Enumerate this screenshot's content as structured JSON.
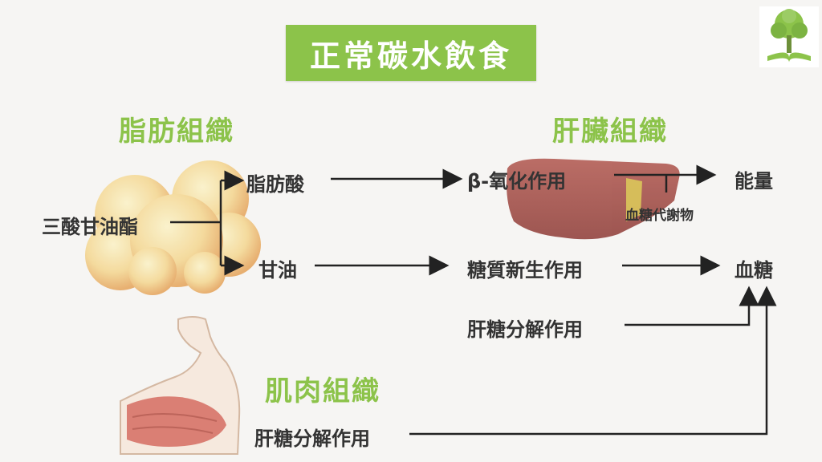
{
  "title": "正常碳水飲食",
  "sections": {
    "fat_tissue": "脂肪組織",
    "liver_tissue": "肝臟組織",
    "muscle_tissue": "肌肉組織"
  },
  "nodes": {
    "triglyceride": "三酸甘油酯",
    "fatty_acid": "脂肪酸",
    "glycerol": "甘油",
    "beta_oxidation": "β-氧化作用",
    "energy": "能量",
    "blood_sugar_metabolism": "血糖代謝物",
    "gluconeogenesis": "糖質新生作用",
    "blood_sugar": "血糖",
    "liver_glycogenolysis": "肝糖分解作用",
    "muscle_glycogenolysis": "肝糖分解作用"
  },
  "colors": {
    "accent": "#8cc34a",
    "arrow": "#222222",
    "fat_cells": "#f0c47a",
    "liver": "#a8524c",
    "muscle": "#c95a4f"
  }
}
